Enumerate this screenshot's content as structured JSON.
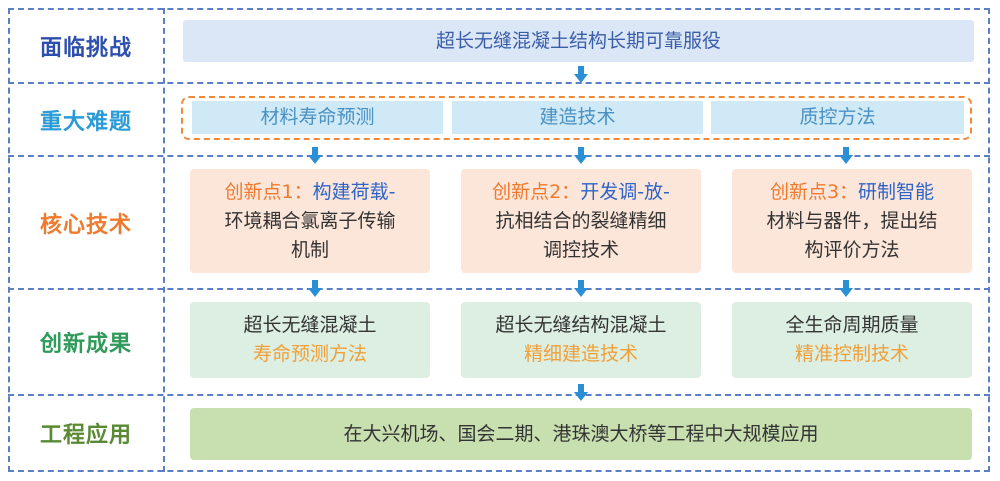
{
  "rows": {
    "challenge": {
      "label": "面临挑战",
      "color": "#2e4fae"
    },
    "difficulty": {
      "label": "重大难题",
      "color": "#2a9bd6"
    },
    "core": {
      "label": "核心技术",
      "color": "#ef7a2e"
    },
    "result": {
      "label": "创新成果",
      "color": "#2f9a5a"
    },
    "application": {
      "label": "工程应用",
      "color": "#5a8a34"
    }
  },
  "challenge_text": "超长无缝混凝土结构长期可靠服役",
  "difficulties": [
    "材料寿命预测",
    "建造技术",
    "质控方法"
  ],
  "innovations": [
    {
      "prefix": "创新点1：",
      "lines": [
        "构建荷载-",
        "环境耦合氯离子传输",
        "机制"
      ]
    },
    {
      "prefix": "创新点2：",
      "lines": [
        "开发调-放-",
        "抗相结合的裂缝精细",
        "调控技术"
      ]
    },
    {
      "prefix": "创新点3：",
      "lines": [
        "研制智能",
        "材料与器件，提出结",
        "构评价方法"
      ]
    }
  ],
  "results": [
    {
      "main": "超长无缝混凝土",
      "sub": "寿命预测方法"
    },
    {
      "main": "超长无缝结构混凝土",
      "sub": "精细建造技术"
    },
    {
      "main": "全生命周期质量",
      "sub": "精准控制技术"
    }
  ],
  "application_text": "在大兴机场、国会二期、港珠澳大桥等工程中大规模应用",
  "colors": {
    "frame": "#5b7fc4",
    "arrow": "#2b8fd6",
    "innovation_prefix": "#ef7a2e",
    "highlight_blue": "#2e64c8",
    "result_sub": "#f0a03a"
  }
}
